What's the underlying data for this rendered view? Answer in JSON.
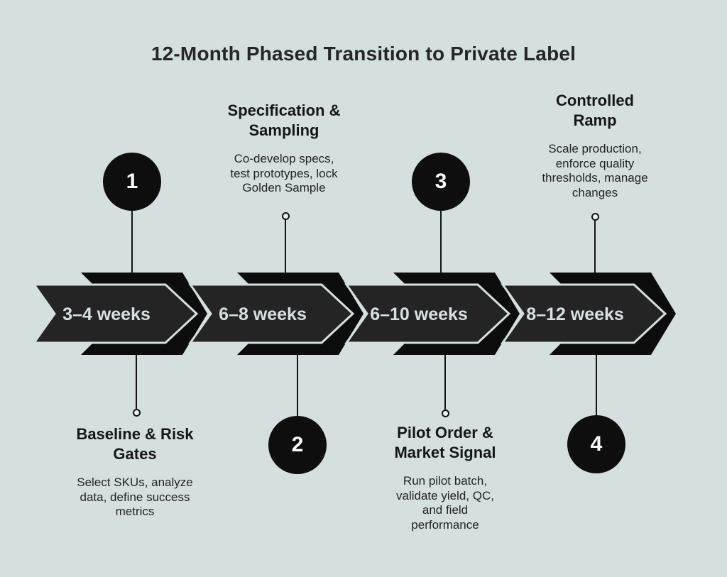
{
  "title": "12-Month Phased Transition to Private Label",
  "colors": {
    "background": "#d5dfe0",
    "arrow_outer": "#0c0c0c",
    "arrow_body": "#242424",
    "duration_text": "#d8e1e2",
    "badge_fill": "#0e0e0e",
    "badge_text": "#fcfcfc",
    "heading_text": "#161616"
  },
  "phases": [
    {
      "number": "1",
      "duration": "3–4 weeks",
      "heading": "Baseline & Risk\nGates",
      "description": "Select SKUs, analyze\ndata, define success\nmetrics"
    },
    {
      "number": "2",
      "duration": "6–8 weeks",
      "heading": "Specification &\nSampling",
      "description": "Co-develop specs,\ntest prototypes, lock\nGolden Sample"
    },
    {
      "number": "3",
      "duration": "6–10 weeks",
      "heading": "Pilot Order &\nMarket Signal",
      "description": "Run pilot batch,\nvalidate yield, QC,\nand field\nperformance"
    },
    {
      "number": "4",
      "duration": "8–12 weeks",
      "heading": "Controlled\nRamp",
      "description": "Scale production,\nenforce quality\nthresholds, manage\nchanges"
    }
  ]
}
